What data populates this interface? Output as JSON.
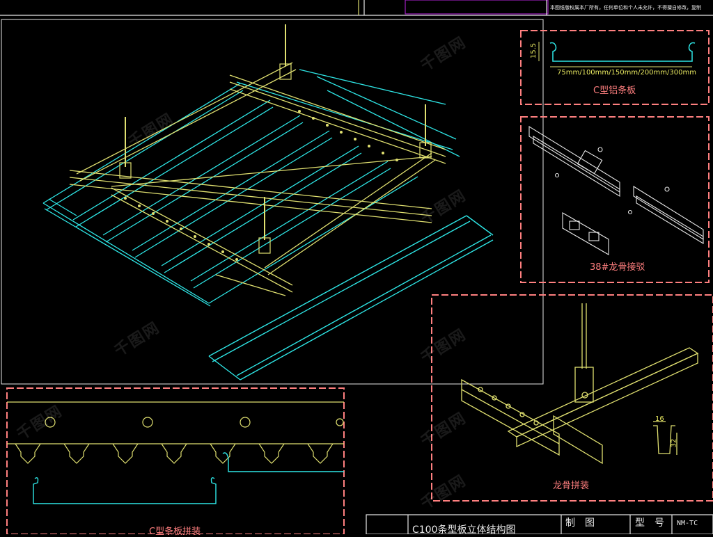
{
  "header": {
    "note": "本图纸版权属本厂所有。任何单位和个人未允许，不得擅自修改，复制"
  },
  "detail_c_panel": {
    "height_dim": "15.5",
    "widths_dim": "75mm/100mm/150mm/200mm/300mm",
    "label": "C型铝条板"
  },
  "detail_splice": {
    "label": "38#龙骨接驳"
  },
  "detail_assembly": {
    "label": "龙骨拼装",
    "dim_width": "16",
    "dim_height": "32"
  },
  "detail_clip": {
    "label": "C型条板拼装"
  },
  "title_block": {
    "drawing_title": "C100条型板立体结构图",
    "drawn_by_label": "制　图",
    "model_label": "型　号",
    "model_value": "NM-TC"
  },
  "watermark": {
    "text": "千图网"
  },
  "colors": {
    "cyan": "#2ee6e6",
    "yellow": "#e0e070",
    "pink": "#ff8080",
    "white": "#e8e8e8",
    "magenta": "#a020c0"
  }
}
